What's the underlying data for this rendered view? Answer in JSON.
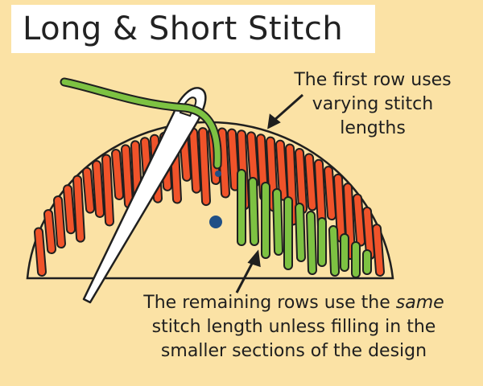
{
  "title": "Long & Short Stitch",
  "callout_top": {
    "lines": [
      "The first row uses",
      "varying stitch",
      "lengths"
    ]
  },
  "callout_bottom": {
    "line1": "The remaining rows use the ",
    "line1_em": "same",
    "line2": "stitch length unless filling in the",
    "line3": "smaller sections of the design"
  },
  "colors": {
    "background": "#fbe2a5",
    "first_row_stitch": "#f0532a",
    "remaining_row_stitch": "#7dc242",
    "needle": "#ffffff",
    "outline": "#1f1f1f",
    "dot": "#1f4f86"
  },
  "icons": [
    "needle-icon",
    "thread-icon",
    "arrow-icon"
  ]
}
